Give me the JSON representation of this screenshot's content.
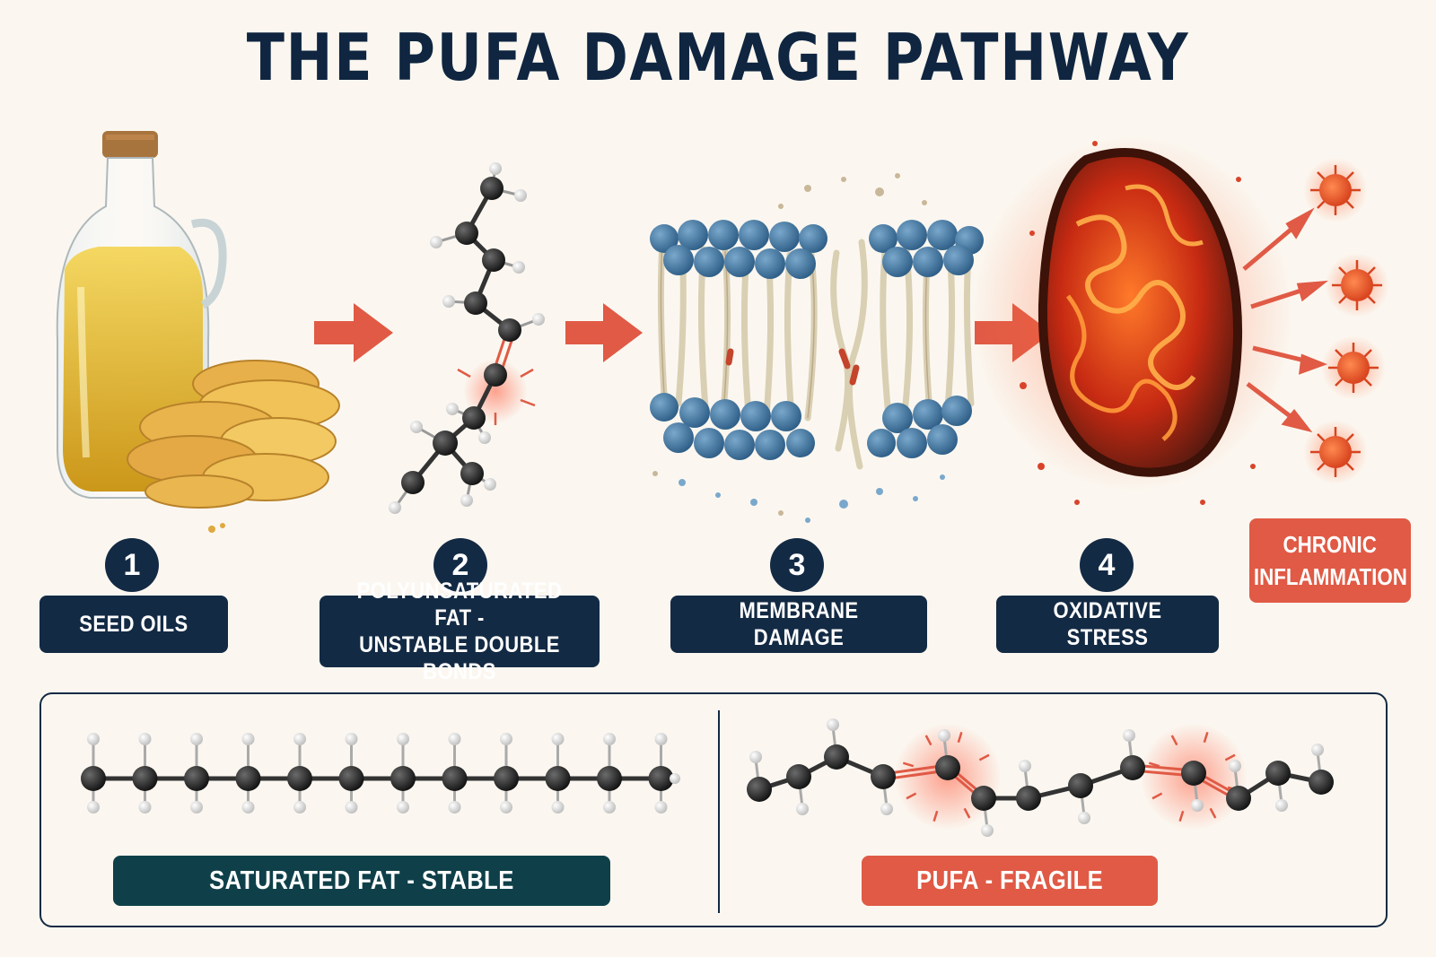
{
  "title": "THE PUFA DAMAGE PATHWAY",
  "steps": [
    {
      "number": "1",
      "label": "SEED OILS"
    },
    {
      "number": "2",
      "label_line1": "POLYUNSATURATED FAT -",
      "label_line2": "UNSTABLE DOUBLE BONDS"
    },
    {
      "number": "3",
      "label": "MEMBRANE DAMAGE"
    },
    {
      "number": "4",
      "label": "OXIDATIVE STRESS"
    }
  ],
  "outcome": {
    "line1": "CHRONIC",
    "line2": "INFLAMMATION"
  },
  "comparison": {
    "left_label": "SATURATED FAT - STABLE",
    "right_label": "PUFA - FRAGILE"
  },
  "colors": {
    "navy": "#132a44",
    "accent_red": "#e05a45",
    "teal": "#0f4049",
    "background": "#fbf7f0"
  }
}
